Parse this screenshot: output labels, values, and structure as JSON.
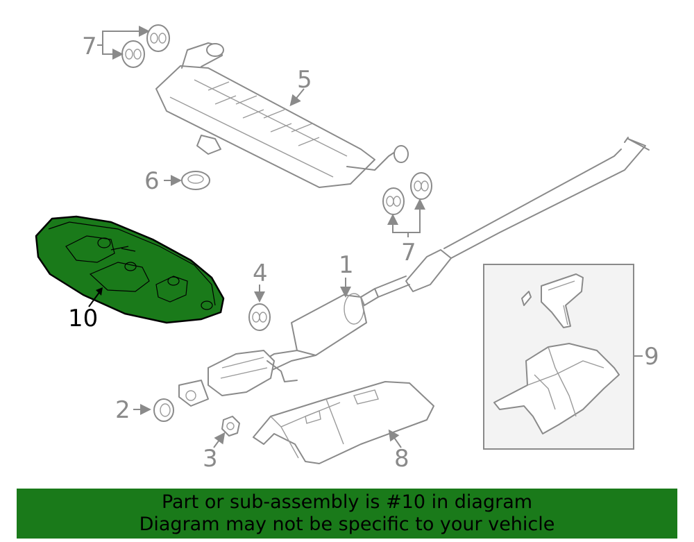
{
  "callouts": {
    "c1": "1",
    "c2": "2",
    "c3": "3",
    "c4": "4",
    "c5": "5",
    "c6": "6",
    "c7_top": "7",
    "c7_bottom": "7",
    "c8": "8",
    "c9": "9",
    "c10": "10"
  },
  "highlighted_part": "10",
  "colors": {
    "highlight_fill": "#1a7a1a",
    "line_gray": "#8a8a8a",
    "banner_bg": "#1a7a1a"
  },
  "banner": {
    "line1": "Part or sub-assembly is #10 in diagram",
    "line2": "Diagram may not be specific to your vehicle"
  }
}
